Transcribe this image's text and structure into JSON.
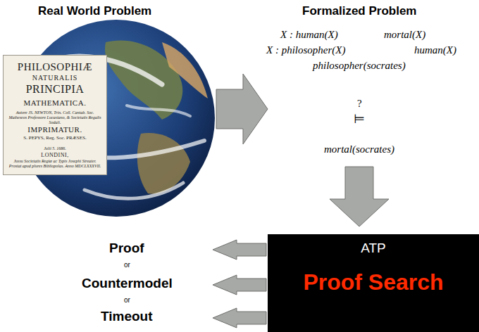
{
  "diagram": {
    "nodes": [
      {
        "text": [
          "PHILOSOPHIÆ",
          "NATURALIS",
          "PRINCIPIA",
          "MATHEMATICA.",
          "Autore JS. NEWTON, Trin. Coll. Cantab. Soc. Matheseos Professore Lucasiano, & Societatis Regalis Sodali.",
          "IMPRIMATUR.",
          "S. PEPYS, Reg. Soc. PRÆSES.",
          "Julii 5. 1686.",
          "LONDINI,",
          "Jussu Societatis Regiæ ac Typis Josephi Streater. Prostat apud plures Bibliopolas. Anno MDCLXXXVII."
        ]
      },
      {
        "text": [
          "ATP",
          "Proof Search"
        ]
      }
    ],
    "labels": [
      "Real World Problem",
      "Formalized Problem",
      "X : human(X)",
      "mortal(X)",
      "X : philosopher(X)",
      "human(X)",
      "philosopher(socrates)",
      "?",
      "⊨",
      "mortal(socrates)",
      "Proof",
      "or",
      "Countermodel",
      "or",
      "Timeout"
    ]
  }
}
